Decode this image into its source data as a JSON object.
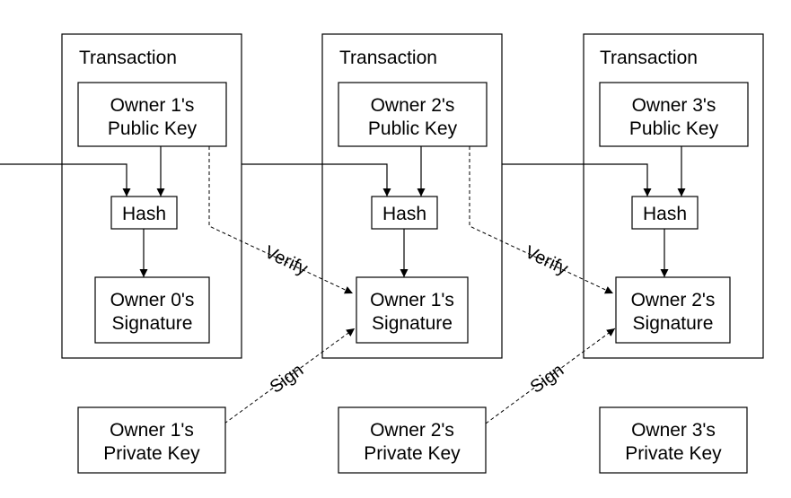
{
  "transactions": [
    {
      "title": "Transaction",
      "public_key": [
        "Owner 1's",
        "Public Key"
      ],
      "hash": "Hash",
      "signature": [
        "Owner 0's",
        "Signature"
      ]
    },
    {
      "title": "Transaction",
      "public_key": [
        "Owner 2's",
        "Public Key"
      ],
      "hash": "Hash",
      "signature": [
        "Owner 1's",
        "Signature"
      ]
    },
    {
      "title": "Transaction",
      "public_key": [
        "Owner 3's",
        "Public Key"
      ],
      "hash": "Hash",
      "signature": [
        "Owner 2's",
        "Signature"
      ]
    }
  ],
  "private_keys": [
    [
      "Owner 1's",
      "Private Key"
    ],
    [
      "Owner 2's",
      "Private Key"
    ],
    [
      "Owner 3's",
      "Private Key"
    ]
  ],
  "edge_labels": {
    "verify_1": "Verify",
    "verify_2": "Verify",
    "sign_1": "Sign",
    "sign_2": "Sign"
  }
}
